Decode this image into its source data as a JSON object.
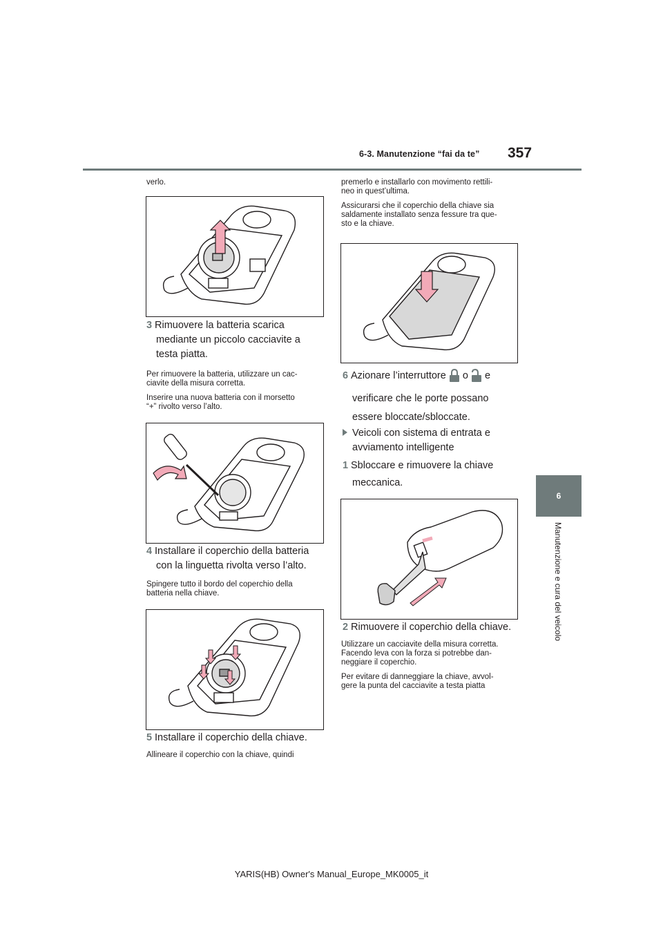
{
  "header": {
    "section": "6-3. Manutenzione “fai da te”",
    "page_number": "357"
  },
  "side_tab": {
    "number": "6",
    "label": "Manutenzione e cura del veicolo"
  },
  "left_column": {
    "intro": "verlo.",
    "step3_num": "3",
    "step3_lines": [
      "Rimuovere la batteria scarica",
      "mediante un piccolo cacciavite a",
      "testa piatta."
    ],
    "step3_note1_lines": [
      "Per rimuovere la batteria, utilizzare un cac-",
      "ciavite della misura corretta."
    ],
    "step3_note2_lines": [
      "Inserire una nuova batteria con il morsetto",
      "“+” rivolto verso l’alto."
    ],
    "step4_num": "4",
    "step4_lines": [
      "Installare il coperchio della batteria",
      "con la linguetta rivolta verso l’alto."
    ],
    "step4_note_lines": [
      "Spingere tutto il bordo del coperchio della",
      "batteria nella chiave."
    ],
    "step5_num": "5",
    "step5_text": "Installare il coperchio della chiave.",
    "step5_note": "Allineare il coperchio con la chiave, quindi"
  },
  "right_column": {
    "cont_lines": [
      "premerlo e installarlo con movimento rettili-",
      "neo in quest’ultima."
    ],
    "note_lines": [
      "Assicurarsi che il coperchio della chiave sia",
      "saldamente installato senza fessure tra que-",
      "sto e la chiave."
    ],
    "step6_num": "6",
    "step6_pre": "Azionare l’interruttore",
    "step6_or": "o",
    "step6_and": "e",
    "step6_lines": [
      "verificare che le porte possano",
      "essere bloccate/sbloccate."
    ],
    "smart_lines": [
      "Veicoli con sistema di entrata e",
      "avviamento intelligente"
    ],
    "sstep1_num": "1",
    "sstep1_lines": [
      "Sbloccare e rimuovere la chiave",
      "meccanica."
    ],
    "sstep2_num": "2",
    "sstep2_text": "Rimuovere il coperchio della chiave.",
    "sstep2_note1_lines": [
      "Utilizzare un cacciavite della misura corretta.",
      "Facendo leva con la forza si potrebbe dan-",
      "neggiare il coperchio."
    ],
    "sstep2_note2_lines": [
      "Per evitare di danneggiare la chiave, avvol-",
      "gere la punta del cacciavite a testa piatta"
    ]
  },
  "footer": "YARIS(HB) Owner's Manual_Europe_MK0005_it",
  "icons": [
    "lock-icon",
    "unlock-icon",
    "arrow-up-icon",
    "arrow-down-icon",
    "rotate-arrow-icon",
    "screwdriver-icon"
  ],
  "colors": {
    "accent": "#6f7b7b",
    "figure_pink": "#f2aab8",
    "text": "#231f20"
  }
}
